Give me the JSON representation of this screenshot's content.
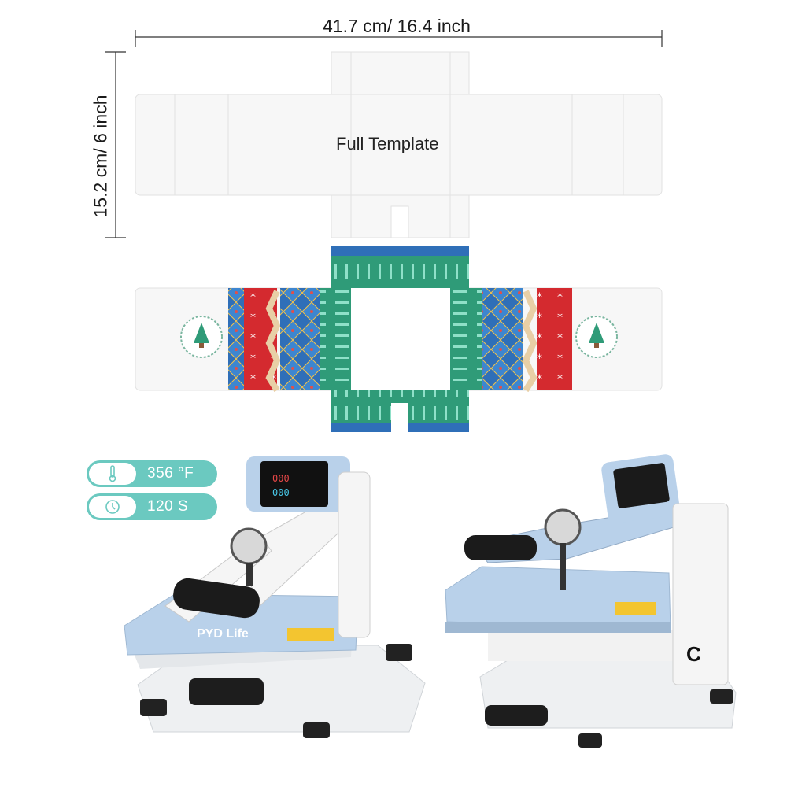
{
  "dimensions": {
    "width_label": "41.7 cm/ 16.4 inch",
    "height_label": "15.2 cm/ 6 inch"
  },
  "template": {
    "title": "Full Template"
  },
  "settings": {
    "temperature": {
      "icon": "thermometer-icon",
      "value": "356 °F"
    },
    "time": {
      "icon": "clock-icon",
      "value": "120 S"
    }
  },
  "colors": {
    "accent": "#6bc9c0",
    "press_blue": "#b9d1ea",
    "pattern_red": "#d42a2f",
    "pattern_blue": "#2f6fb8",
    "pattern_green": "#2f9b78"
  },
  "press": {
    "brand": "PYD Life",
    "side_letter": "C"
  }
}
